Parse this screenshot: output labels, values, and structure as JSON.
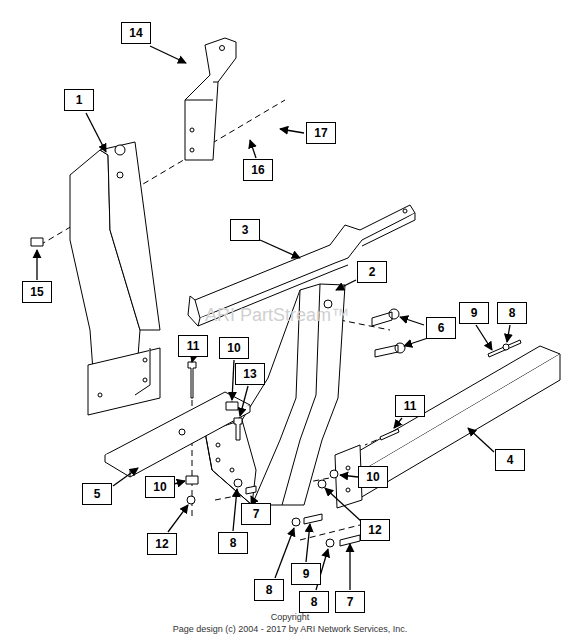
{
  "diagram": {
    "nodes": [
      {
        "text": [
          "14"
        ]
      },
      {
        "text": [
          "1"
        ]
      },
      {
        "text": [
          "17"
        ]
      },
      {
        "text": [
          "16"
        ]
      },
      {
        "text": [
          "3"
        ]
      },
      {
        "text": [
          "2"
        ]
      },
      {
        "text": [
          "15"
        ]
      },
      {
        "text": [
          "9"
        ]
      },
      {
        "text": [
          "8"
        ]
      },
      {
        "text": [
          "6"
        ]
      },
      {
        "text": [
          "11"
        ]
      },
      {
        "text": [
          "10"
        ]
      },
      {
        "text": [
          "13"
        ]
      },
      {
        "text": [
          "11"
        ]
      },
      {
        "text": [
          "4"
        ]
      },
      {
        "text": [
          "10"
        ]
      },
      {
        "text": [
          "10"
        ]
      },
      {
        "text": [
          "5"
        ]
      },
      {
        "text": [
          "7"
        ]
      },
      {
        "text": [
          "12"
        ]
      },
      {
        "text": [
          "8"
        ]
      },
      {
        "text": [
          "12"
        ]
      },
      {
        "text": [
          "9"
        ]
      },
      {
        "text": [
          "8"
        ]
      },
      {
        "text": [
          "8"
        ]
      },
      {
        "text": [
          "7"
        ]
      }
    ],
    "labels": [
      "ARI PartStream™",
      "Copyright",
      "Page design (c) 2004 - 2017 by ARI Network Services, Inc."
    ]
  }
}
